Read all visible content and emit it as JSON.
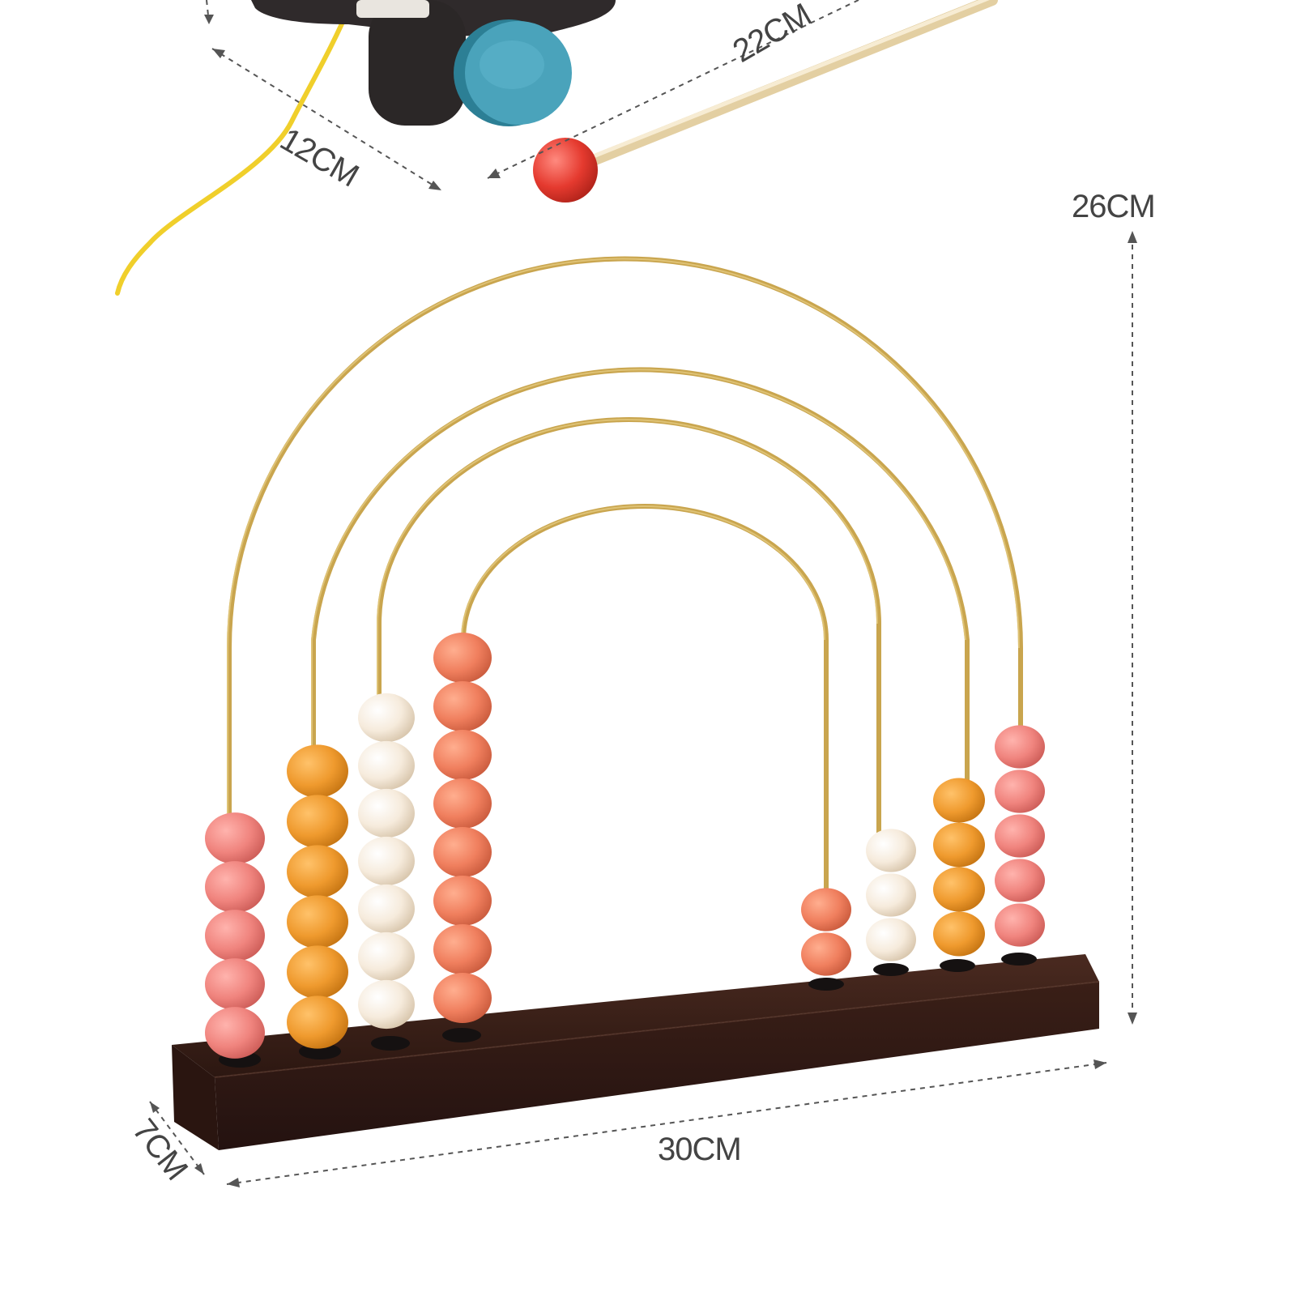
{
  "dimensions": {
    "toy_width": "12CM",
    "stick_length": "22CM",
    "abacus_height": "26CM",
    "abacus_depth": "7CM",
    "abacus_width": "30CM"
  },
  "colors": {
    "background": "#ffffff",
    "wood_base": "#3a1f17",
    "wire_gold": "#c9a54e",
    "bead_pink": "#f0847e",
    "bead_orange": "#ef9a2e",
    "bead_cream": "#f6ebdc",
    "bead_coral": "#f07f5e",
    "wheel_blue": "#4aa3bb",
    "toy_body": "#2f2a2b",
    "string_yellow": "#f0cf2b",
    "stick_tip_red": "#e53a2f",
    "stick_wood": "#f0e1c0"
  },
  "abacus_columns": [
    {
      "side": "left",
      "beads": 5,
      "color": "bead_pink"
    },
    {
      "side": "left",
      "beads": 6,
      "color": "bead_orange"
    },
    {
      "side": "left",
      "beads": 7,
      "color": "bead_cream"
    },
    {
      "side": "left",
      "beads": 8,
      "color": "bead_coral"
    },
    {
      "side": "right",
      "beads": 2,
      "color": "bead_coral"
    },
    {
      "side": "right",
      "beads": 3,
      "color": "bead_cream"
    },
    {
      "side": "right",
      "beads": 4,
      "color": "bead_orange"
    },
    {
      "side": "right",
      "beads": 5,
      "color": "bead_pink"
    }
  ]
}
